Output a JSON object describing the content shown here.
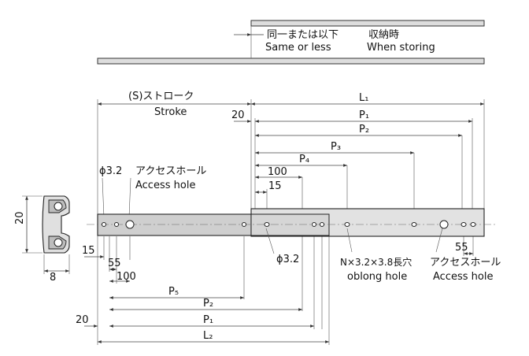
{
  "storing": {
    "jp": "同一または以下",
    "en": "Same or less",
    "jp2": "収納時",
    "en2": "When storing"
  },
  "stroke": {
    "jp": "(S)ストローク",
    "en": "Stroke"
  },
  "top_dims": {
    "L1": "L₁",
    "twenty": "20",
    "P1": "P₁",
    "P2": "P₂",
    "P3": "P₃",
    "P4": "P₄",
    "hundred": "100",
    "fifteen": "15"
  },
  "hole_labels": {
    "phi_top": "ϕ3.2",
    "access_jp": "アクセスホール",
    "access_en": "Access hole",
    "phi_mid": "ϕ3.2",
    "oblong_jp": "N×3.2×3.8長穴",
    "oblong_en": "oblong hole",
    "access_jp_right": "アクセスホール",
    "access_en_right": "Access hole",
    "right_55": "55"
  },
  "profile": {
    "height": "20",
    "width": "8"
  },
  "bottom_dims": {
    "fifteen": "15",
    "fiftyfive": "55",
    "hundred": "100",
    "P5": "P₅",
    "P2": "P₂",
    "P1": "P₁",
    "twenty": "20",
    "L2": "L₂"
  }
}
